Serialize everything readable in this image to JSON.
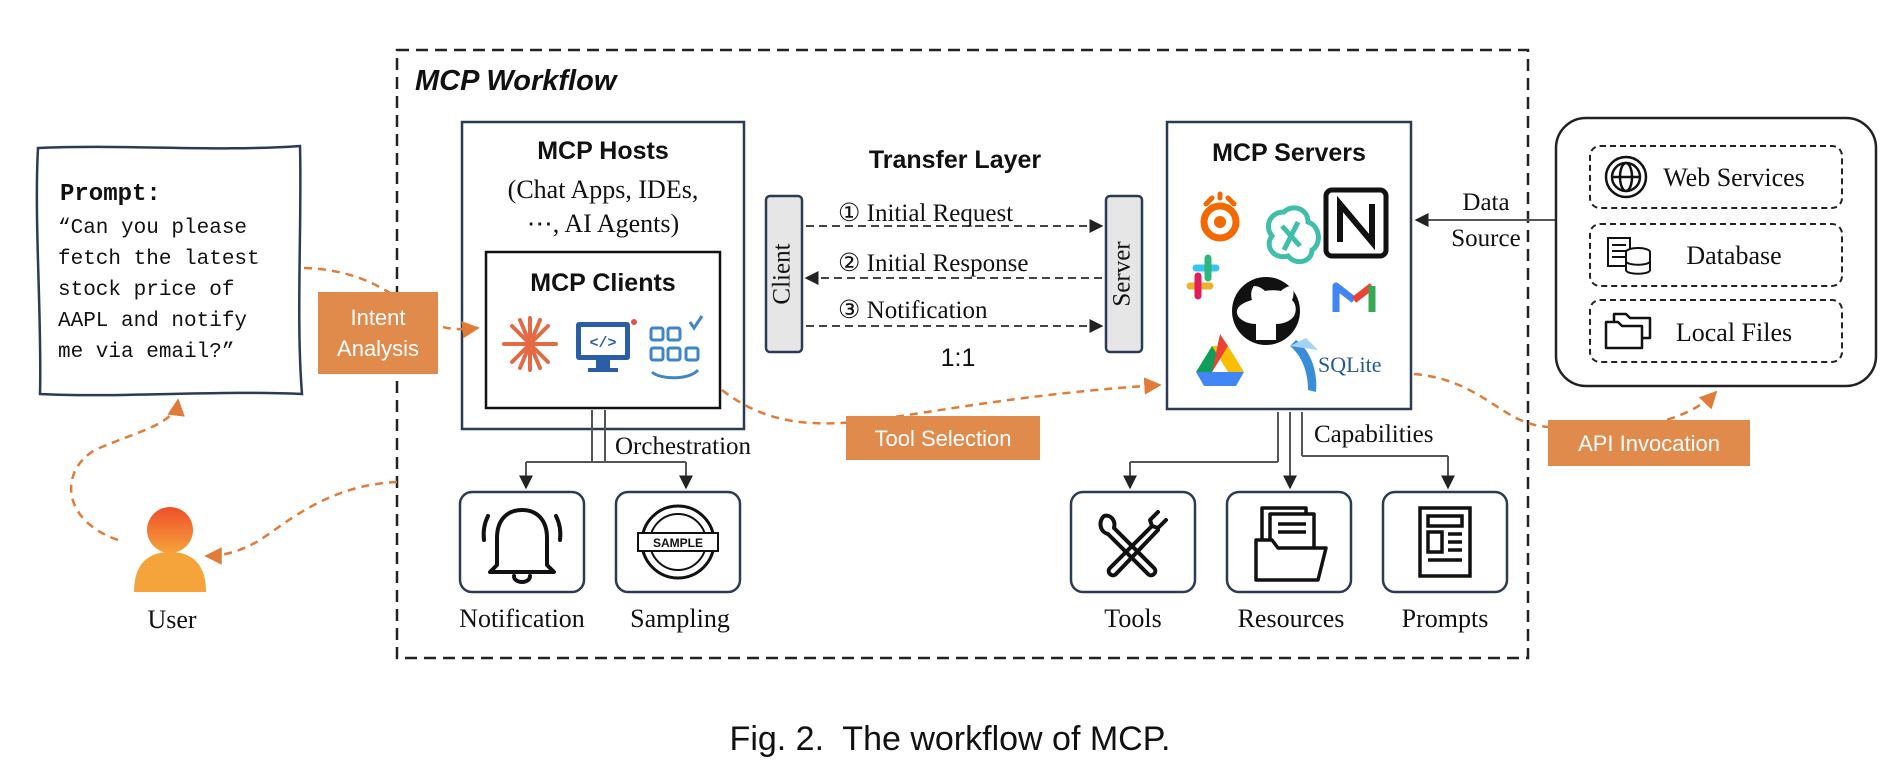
{
  "workflow_title": "MCP Workflow",
  "prompt": {
    "heading": "Prompt:",
    "lines": [
      "“Can you please",
      "fetch the latest",
      "stock price of",
      "AAPL and notify",
      "me via email?”"
    ]
  },
  "user": {
    "label": "User"
  },
  "hosts": {
    "title": "MCP Hosts",
    "subtitle_1": "(Chat Apps, IDEs,",
    "subtitle_2": "⋯, AI Agents)",
    "clients_title": "MCP Clients"
  },
  "transfer": {
    "title": "Transfer Layer",
    "client_label": "Client",
    "server_label": "Server",
    "messages": [
      "① Initial Request",
      "② Initial Response",
      "③ Notification"
    ],
    "ratio": "1:1"
  },
  "servers": {
    "title": "MCP Servers",
    "sqlite_label": "SQLite"
  },
  "data_source": {
    "label_1": "Data",
    "label_2": "Source",
    "items": [
      "Web Services",
      "Database",
      "Local Files"
    ]
  },
  "orchestration": {
    "label": "Orchestration",
    "items": [
      "Notification",
      "Sampling"
    ],
    "sample_stamp": "SAMPLE"
  },
  "capabilities": {
    "label": "Capabilities",
    "items": [
      "Tools",
      "Resources",
      "Prompts"
    ]
  },
  "steps": {
    "intent_1": "Intent",
    "intent_2": "Analysis",
    "tool_selection": "Tool Selection",
    "api_invocation": "API Invocation"
  },
  "caption": "Fig. 2.  The workflow of MCP.",
  "colors": {
    "orange": "#e07b39",
    "label_bg": "#e08a4c",
    "navy": "#2b3a55",
    "grey_box": "#e6e6e6"
  }
}
